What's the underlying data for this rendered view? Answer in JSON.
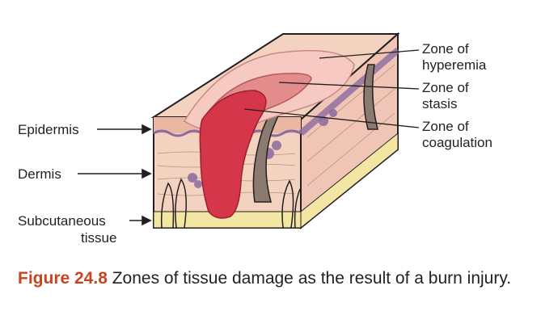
{
  "labels": {
    "hyperemia": [
      "Zone of",
      "hyperemia"
    ],
    "stasis": [
      "Zone of",
      "stasis"
    ],
    "coagulation": [
      "Zone of",
      "coagulation"
    ],
    "epidermis": "Epidermis",
    "dermis": "Dermis",
    "subcutaneous": [
      "Subcutaneous",
      "tissue"
    ]
  },
  "caption": {
    "figure_number": "Figure 24.8",
    "text": "Zones of tissue damage as the result of a burn injury."
  },
  "colors": {
    "skin": "#f3d3bf",
    "skin_dark": "#e9b7a2",
    "hyperemia": "#f6c9c2",
    "stasis": "#e48b8b",
    "coagulation": "#d5364a",
    "fat": "#f3e6a3",
    "purple": "#8c6a9e",
    "figure_number": "#c8431f"
  }
}
